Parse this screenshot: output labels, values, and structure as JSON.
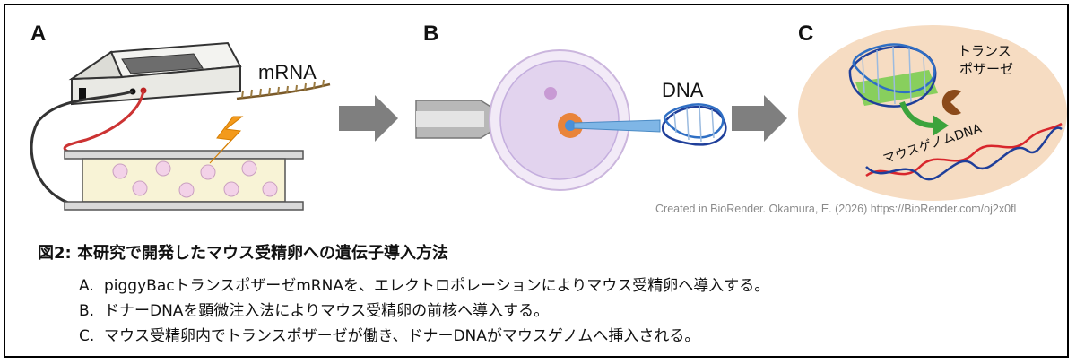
{
  "panels": {
    "a": {
      "letter": "A",
      "mrna_label": "mRNA"
    },
    "b": {
      "letter": "B",
      "dna_label": "DNA"
    },
    "c": {
      "letter": "C",
      "transposase_label_line1": "トランス",
      "transposase_label_line2": "ポザーゼ",
      "genome_label": "マウスゲノムDNA"
    }
  },
  "credit": "Created in BioRender. Okamura, E. (2026) https://BioRender.com/oj2x0fl",
  "caption": {
    "title": "図2: 本研究で開発したマウス受精卵への遺伝子導入方法",
    "items": [
      {
        "key": "A.",
        "text": "piggyBacトランスポザーゼmRNAを、エレクトロポレーションによりマウス受精卵へ導入する。"
      },
      {
        "key": "B.",
        "text": "ドナーDNAを顕微注入法によりマウス受精卵の前核へ導入する。"
      },
      {
        "key": "C.",
        "text": "マウス受精卵内でトランスポザーゼが働き、ドナーDNAがマウスゲノムへ挿入される。"
      }
    ]
  },
  "colors": {
    "arrow_gray": "#7f7f7f",
    "dna_blue": "#1f3f9a",
    "dna_red": "#d8262c",
    "transposase_green": "#7ccd52",
    "background_oval": "#f6dcc2",
    "egg_purple": "#e2d3ee",
    "bolt_orange": "#f39a1c"
  }
}
